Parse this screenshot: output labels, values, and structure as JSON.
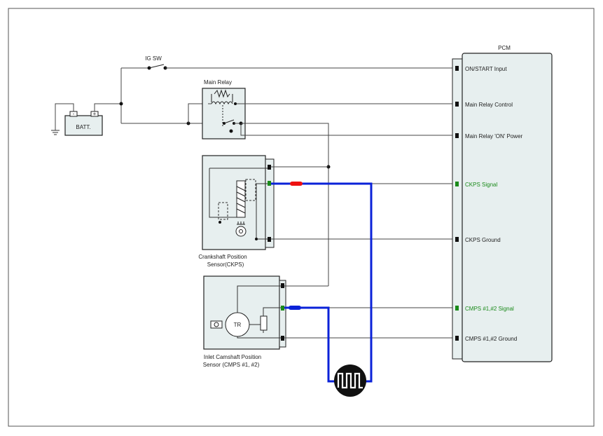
{
  "battery": {
    "label": "BATT.",
    "neg": "-",
    "pos": "+"
  },
  "ig_switch": {
    "label": "IG SW"
  },
  "main_relay": {
    "label": "Main Relay"
  },
  "ckps": {
    "label_line1": "Crankshaft Position",
    "label_line2": "Sensor(CKPS)"
  },
  "cmps": {
    "label_line1": "Inlet Camshaft Position",
    "label_line2": "Sensor (CMPS #1, #2)",
    "tr_label": "TR"
  },
  "pcm": {
    "title": "PCM",
    "pins": [
      {
        "label": "ON/START Input",
        "highlight": false
      },
      {
        "label": "Main Relay Control",
        "highlight": false
      },
      {
        "label": "Main Relay 'ON' Power",
        "highlight": false
      },
      {
        "label": "CKPS Signal",
        "highlight": true
      },
      {
        "label": "CKPS Ground",
        "highlight": false
      },
      {
        "label": "CMPS #1,#2 Signal",
        "highlight": true
      },
      {
        "label": "CMPS #1,#2 Ground",
        "highlight": false
      }
    ]
  },
  "colors": {
    "signal_wire": "#0a22d8",
    "connector_red": "#ee1111",
    "highlight_pin": "#1a8a1a",
    "component_fill": "#e7efef"
  }
}
